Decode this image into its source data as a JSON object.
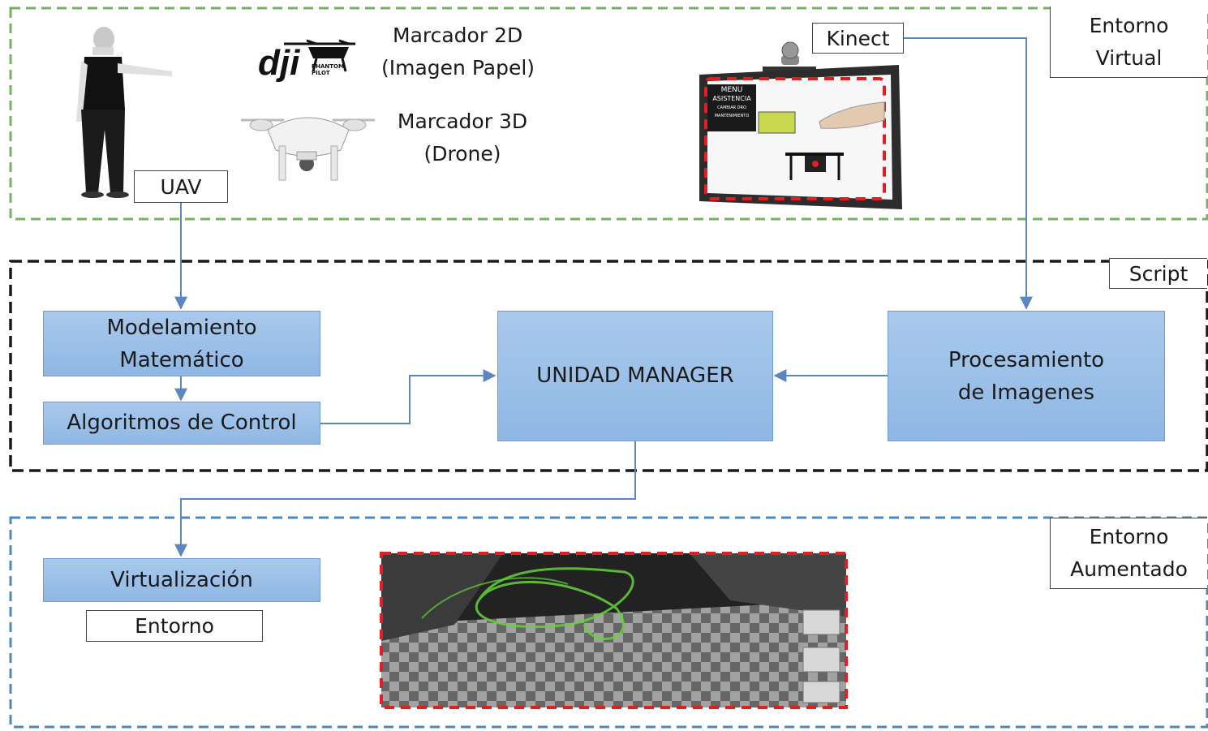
{
  "sections": {
    "virtual_label": [
      "Entorno",
      "Virtual"
    ],
    "script_label": "Script",
    "augmented_label": [
      "Entorno",
      "Aumentado"
    ]
  },
  "labels": {
    "uav": "UAV",
    "kinect": "Kinect",
    "marker_2d": [
      "Marcador 2D",
      "(Imagen Papel)"
    ],
    "marker_3d": [
      "Marcador 3D",
      "(Drone)"
    ],
    "entorno": "Entorno"
  },
  "blocks": {
    "modelamiento": [
      "Modelamiento",
      "Matemático"
    ],
    "algoritmos": "Algoritmos de Control",
    "unidad_manager": "UNIDAD MANAGER",
    "procesamiento": [
      "Procesamiento",
      "de Imagenes"
    ],
    "virtualizacion": "Virtualización"
  },
  "logo": {
    "brand": "dji",
    "sub": "PHANTOM PILOT"
  },
  "screen_menu": [
    "MENU",
    "ASISTENCIA",
    "CAMBIAR DRO",
    "MANTENIMIENTO"
  ],
  "colors": {
    "green_dash": "#78b064",
    "black_dash": "#1a1a1a",
    "blue_dash": "#4f88b9",
    "block_fill": "#9bbfe8",
    "arrow": "#5b86c2",
    "red_dash": "#e02020"
  }
}
